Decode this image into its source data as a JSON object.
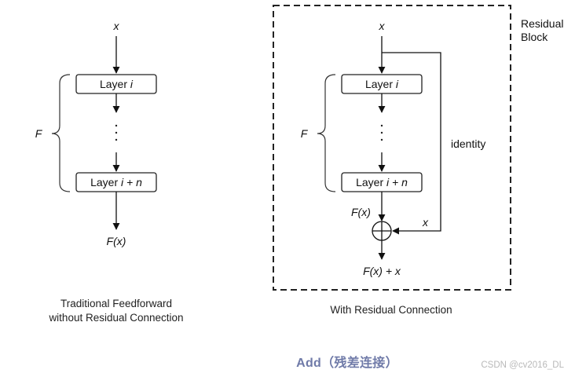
{
  "left_diagram": {
    "input": "x",
    "layer_top": {
      "prefix": "Layer ",
      "var": "i"
    },
    "dots": ".\n.\n.",
    "layer_bottom": {
      "prefix": "Layer ",
      "var": "i + n"
    },
    "brace_label": "F",
    "output": "F(x)",
    "caption_line1": "Traditional Feedforward",
    "caption_line2": "without Residual Connection"
  },
  "right_diagram": {
    "block_label_line1": "Residual",
    "block_label_line2": "Block",
    "input": "x",
    "layer_top": {
      "prefix": "Layer ",
      "var": "i"
    },
    "layer_bottom": {
      "prefix": "Layer ",
      "var": "i + n"
    },
    "brace_label": "F",
    "identity_label": "identity",
    "fx_label": "F(x)",
    "skip_label": "x",
    "sum_symbol": "⊕",
    "output": "F(x) + x",
    "caption": "With Residual Connection"
  },
  "footer": {
    "title": "Add（残差连接）",
    "watermark": "CSDN @cv2016_DL"
  }
}
